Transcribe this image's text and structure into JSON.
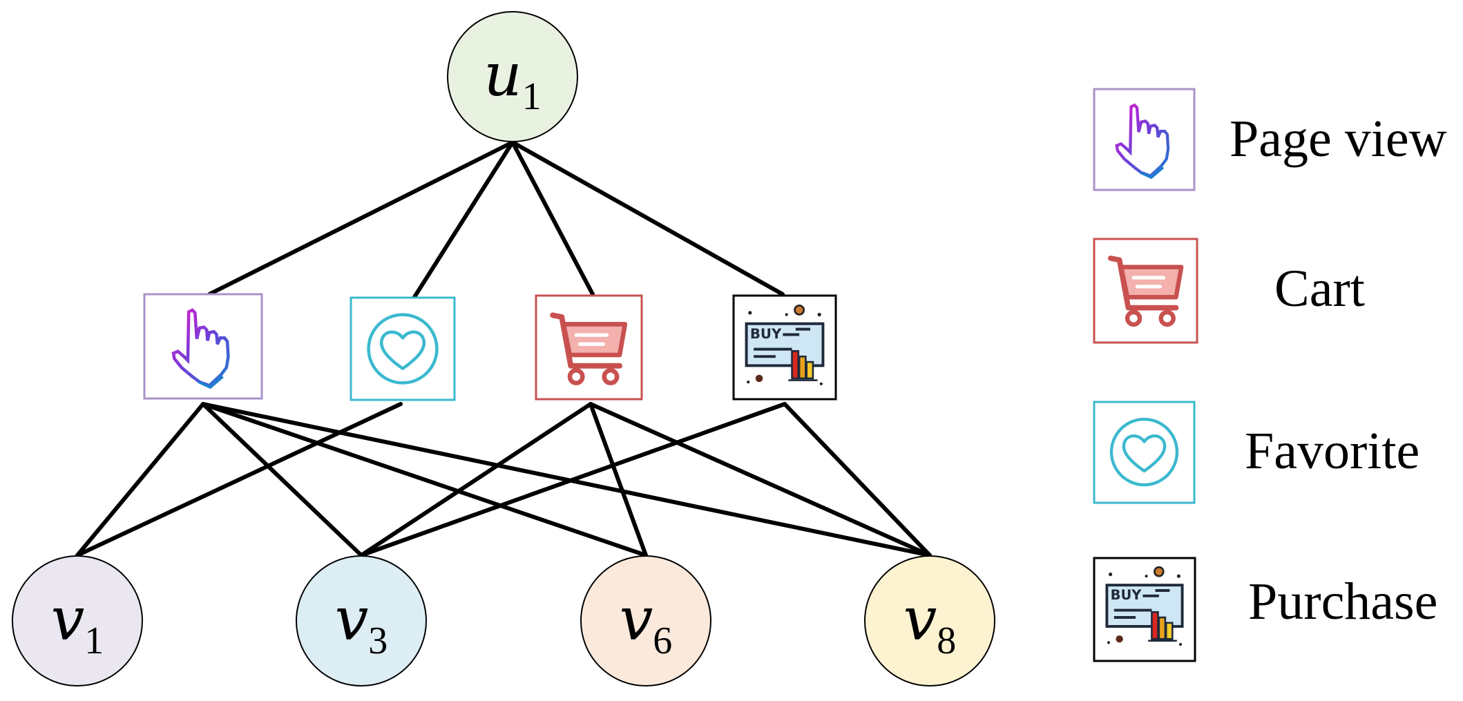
{
  "nodes": {
    "user": {
      "letter": "u",
      "sub": "1",
      "fill": "#e9f1e1"
    },
    "items": [
      {
        "letter": "v",
        "sub": "1",
        "fill": "#ebe7f1"
      },
      {
        "letter": "v",
        "sub": "3",
        "fill": "#dcedf4"
      },
      {
        "letter": "v",
        "sub": "6",
        "fill": "#fbe9dc"
      },
      {
        "letter": "v",
        "sub": "8",
        "fill": "#fdf3d1"
      }
    ]
  },
  "behaviors": [
    {
      "icon": "pointer-hand-icon",
      "border": "#a993c9"
    },
    {
      "icon": "heart-icon",
      "border": "#3bb9cf"
    },
    {
      "icon": "shopping-cart-icon",
      "border": "#c8514f"
    },
    {
      "icon": "buy-receipt-icon",
      "border": "#000000"
    }
  ],
  "legend": [
    {
      "label": "Page view",
      "icon": "pointer-hand-icon",
      "border": "#a993c9"
    },
    {
      "label": "Cart",
      "icon": "shopping-cart-icon",
      "border": "#c8514f"
    },
    {
      "label": "Favorite",
      "icon": "heart-icon",
      "border": "#3bb9cf"
    },
    {
      "label": "Purchase",
      "icon": "buy-receipt-icon",
      "border": "#000000"
    }
  ]
}
